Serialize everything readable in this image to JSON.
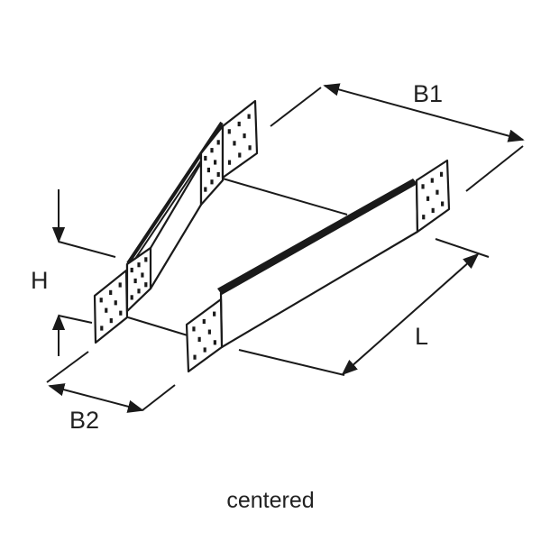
{
  "diagram": {
    "dimensions": {
      "b1": "B1",
      "b2": "B2",
      "h": "H",
      "l": "L"
    },
    "caption": "centered",
    "colors": {
      "line": "#1a1a1a",
      "background": "#ffffff"
    }
  }
}
